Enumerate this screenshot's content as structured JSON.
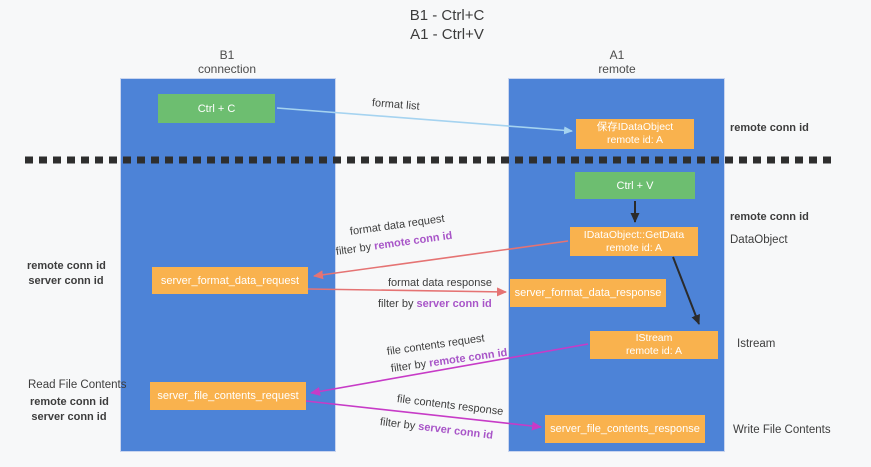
{
  "title": {
    "line1": "B1 - Ctrl+C",
    "line2": "A1 - Ctrl+V"
  },
  "lanes": {
    "b1": {
      "name": "B1",
      "subtitle": "connection"
    },
    "a1": {
      "name": "A1",
      "subtitle": "remote"
    }
  },
  "boxes": {
    "ctrl_c": {
      "label": "Ctrl + C"
    },
    "ctrl_v": {
      "label": "Ctrl + V"
    },
    "save_dataobject": {
      "line1": "保存IDataObject",
      "line2": "remote id: A"
    },
    "getdata": {
      "line1": "IDataObject::GetData",
      "line2": "remote id: A"
    },
    "istream": {
      "line1": "IStream",
      "line2": "remote id: A"
    },
    "format_request": {
      "label": "server_format_data_request"
    },
    "format_response": {
      "label": "server_format_data_response"
    },
    "file_request": {
      "label": "server_file_contents_request"
    },
    "file_response": {
      "label": "server_file_contents_response"
    }
  },
  "flow_labels": {
    "format_list": "format list",
    "format_data_request": "format data request",
    "format_data_response": "format data response",
    "file_contents_request": "file contents request",
    "file_contents_response": "file contents response",
    "filter_by": "filter by",
    "remote_conn_id": "remote conn id",
    "server_conn_id": "server conn id"
  },
  "side_annotations": {
    "remote_conn_id": "remote conn id",
    "server_conn_id": "server conn id",
    "dataobject": "DataObject",
    "istream": "Istream",
    "read_file_contents": "Read File Contents",
    "write_file_contents": "Write File Contents"
  },
  "colors": {
    "lane_blue": "#4d83d7",
    "box_green": "#6dbe70",
    "box_orange": "#f9b24e",
    "arrow_light_blue": "#a5d3f0",
    "arrow_red": "#e57373",
    "arrow_magenta": "#c73bc7",
    "arrow_black": "#2b2b2b",
    "divider_black": "#2e2e2e",
    "text_purple": "#a855c8",
    "text_green": "#57b35c"
  }
}
